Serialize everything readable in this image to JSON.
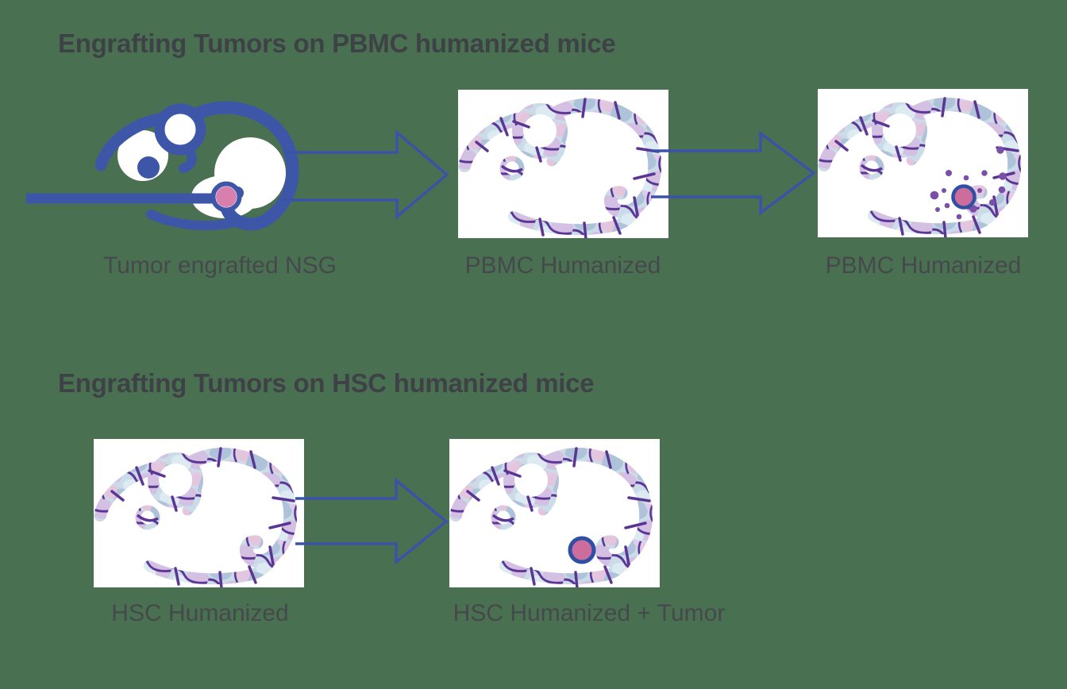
{
  "diagram": {
    "colors": {
      "background": "#4a7052",
      "card_background": "#ffffff",
      "mouse_blue": "#3e56a7",
      "arrow_blue": "#3a53a7",
      "tumor_pink": "#d47aa9",
      "tumor_ring_blue": "#2e4fa3",
      "immune_dot_purple": "#7a4fa8",
      "watercolor_purple": "#5b3494",
      "watercolor_blue": "#aec2d9",
      "watercolor_lavender": "#d4c0e3",
      "title_text": "#3e4246",
      "label_text": "#46494c"
    },
    "sections": [
      {
        "title": "Engrafting Tumors on PBMC humanized mice",
        "steps": [
          {
            "label": "Tumor engrafted NSG"
          },
          {
            "label": "PBMC Humanized"
          },
          {
            "label": "PBMC Humanized"
          }
        ]
      },
      {
        "title": "Engrafting Tumors on HSC humanized mice",
        "steps": [
          {
            "label": "HSC Humanized"
          },
          {
            "label": "HSC Humanized + Tumor"
          }
        ]
      }
    ]
  }
}
